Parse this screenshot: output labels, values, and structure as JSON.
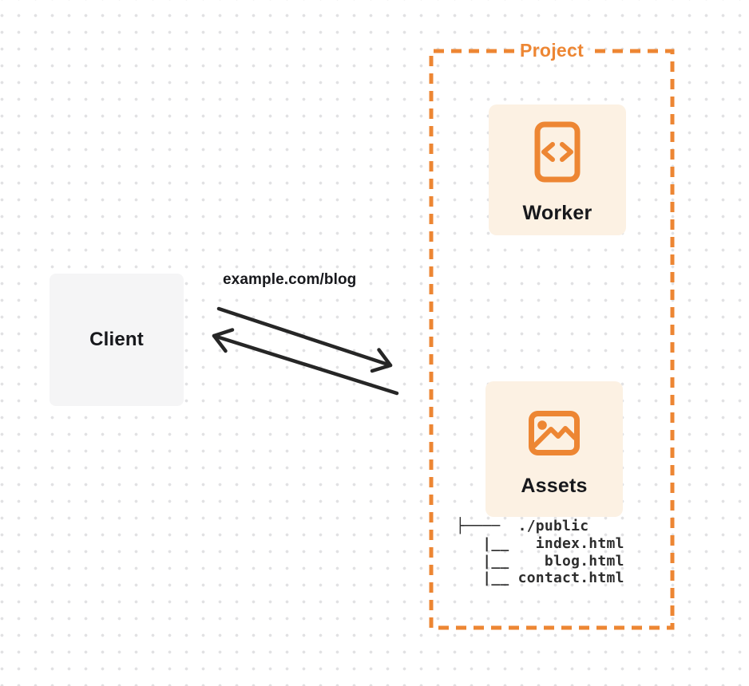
{
  "colors": {
    "orange": "#ED8633",
    "card_bg": "#FCF1E3",
    "client_bg": "#F5F5F6",
    "arrow": "#262626",
    "label_text": "#17181C",
    "tree_text": "#2D2D2D",
    "dot_grid": "#E1E1E3"
  },
  "client": {
    "label": "Client"
  },
  "request_label": "example.com/blog",
  "project": {
    "label": "Project",
    "worker": {
      "label": "Worker",
      "icon": "code-document-icon"
    },
    "assets": {
      "label": "Assets",
      "icon": "image-icon",
      "file_tree": "├────  ./public\n   |__   index.html\n   |__    blog.html\n   |__ contact.html"
    }
  }
}
